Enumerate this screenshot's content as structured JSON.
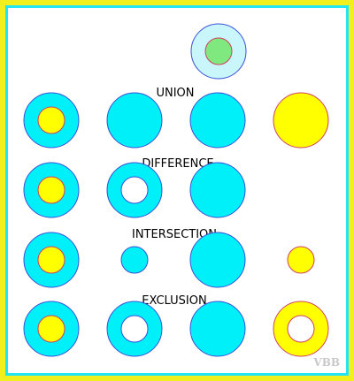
{
  "labels": {
    "union": "UNION",
    "difference": "DIFFERENCE",
    "intersection": "INTERSECTION",
    "exclusion": "EXCLUSION",
    "watermark": "VBB"
  },
  "colors": {
    "outer_border": "#f2ef1f",
    "inner_border": "#22e6f5",
    "cyan": "#00f0fa",
    "yellow": "#ffff00",
    "light_blue": "#c9f6fb",
    "green": "#7fe87f",
    "stroke_blue": "#3850d8",
    "stroke_red": "#d04060"
  }
}
